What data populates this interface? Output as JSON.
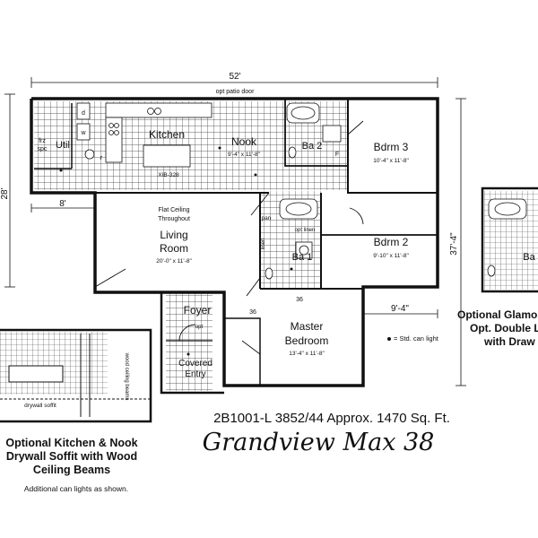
{
  "dimensions": {
    "overall_width": "52'",
    "overall_depth": "37'-4\"",
    "left_depth": "28'",
    "garage_offset": "8'",
    "master_offset": "9'-4\""
  },
  "notes": {
    "opt_patio_door": "opt patio door",
    "flat_ceiling": "Flat Ceiling",
    "throughout": "Throughout",
    "std_can_light": "= Std. can light",
    "xib": "XIB-328",
    "opt_small": "opt",
    "opt_linen": "opt linen",
    "linen": "linen",
    "pan": "pan",
    "frz": "frz",
    "spc": "spc",
    "d": "d",
    "w": "w",
    "r": "r",
    "f": "F",
    "thirty_six_a": "36",
    "thirty_six_b": "36"
  },
  "rooms": {
    "kitchen": "Kitchen",
    "nook": "Nook",
    "nook_size": "9'-4\" x 11'-8\"",
    "util": "Util",
    "ba2": "Ba 2",
    "bdrm3": "Bdrm 3",
    "bdrm3_size": "10'-4\" x 11'-8\"",
    "living": "Living",
    "room": "Room",
    "living_size": "20'-0\" x 11'-8\"",
    "ba1": "Ba 1",
    "bdrm2": "Bdrm 2",
    "bdrm2_size": "9'-10\" x 11'-8\"",
    "foyer": "Foyer",
    "master": "Master",
    "bedroom": "Bedroom",
    "master_size": "13'-4\" x 11'-8\"",
    "covered": "Covered",
    "entry": "Entry",
    "ba_partial": "Ba"
  },
  "captions": {
    "model_line": "2B1001-L 3852/44  Approx. 1470 Sq. Ft.",
    "model_name": "Grandview Max 38",
    "opt_left_1": "Optional Kitchen & Nook",
    "opt_left_2": "Drywall Soffit with Wood",
    "opt_left_3": "Ceiling Beams",
    "opt_left_note": "Additional can lights as shown.",
    "drywall_soffit": "drywall soffit",
    "wood_ceiling_beams": "wood ceiling beams",
    "opt_right_1": "Optional Glamo",
    "opt_right_2": "Opt. Double L",
    "opt_right_3": "with Draw"
  }
}
